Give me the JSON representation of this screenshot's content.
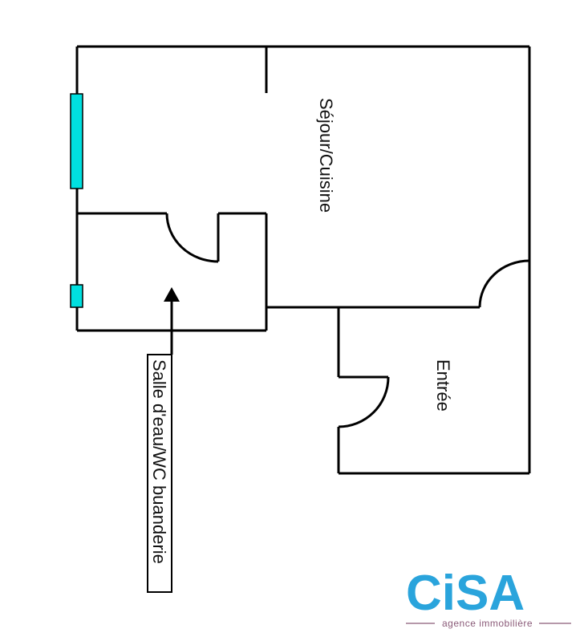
{
  "rooms": {
    "sejour": "Séjour/Cuisine",
    "entree": "Entrée",
    "salle_eau": "Salle d'eau/WC buanderie"
  },
  "logo": {
    "wordmark": "CiSA",
    "tagline": "agence immobilière"
  },
  "colors": {
    "wall": "#000000",
    "window": "#00e0e0",
    "logo_blue": "#2aa4dc",
    "logo_pink": "#8a5a78"
  }
}
